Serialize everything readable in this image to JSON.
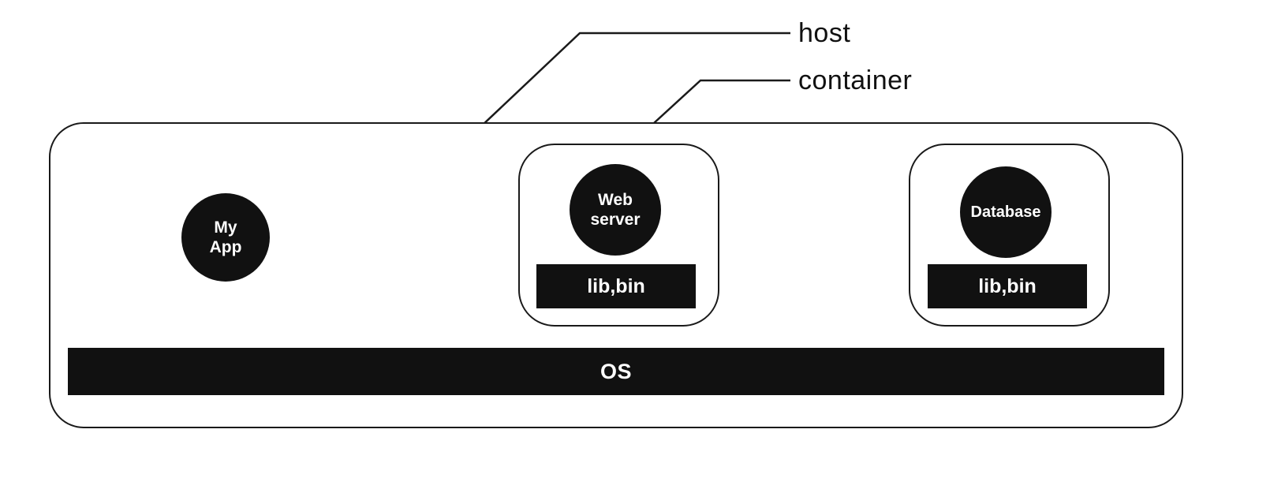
{
  "annotations": {
    "host_label": "host",
    "container_label": "container"
  },
  "host": {
    "app_circle_label": "My\nApp",
    "os_bar_label": "OS",
    "containers": [
      {
        "service_label": "Web\nserver",
        "libs_label": "lib,bin"
      },
      {
        "service_label": "Database",
        "libs_label": "lib,bin"
      }
    ]
  },
  "colors": {
    "shape_fill": "#111111",
    "shape_text": "#ffffff",
    "line_stroke": "#1a1a1a",
    "background": "#ffffff"
  }
}
